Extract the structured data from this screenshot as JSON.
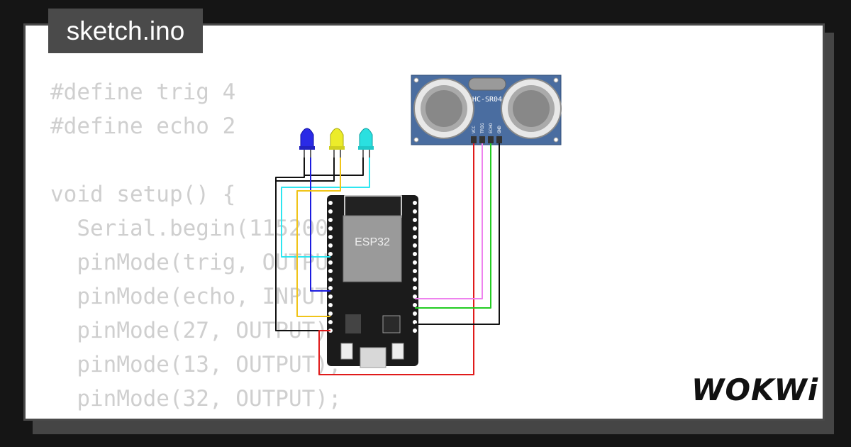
{
  "tab": {
    "filename": "sketch.ino"
  },
  "code_lines": [
    "#define trig 4",
    "#define echo 2",
    "",
    "void setup() {",
    "  Serial.begin(115200);",
    "  pinMode(trig, OUTPUT);",
    "  pinMode(echo, INPUT);",
    "  pinMode(27, OUTPUT);",
    "  pinMode(13, OUTPUT);",
    "  pinMode(32, OUTPUT);",
    "}"
  ],
  "board": {
    "label": "ESP32"
  },
  "sensor": {
    "label": "HC-SR04",
    "pins": [
      "VCC",
      "TRIG",
      "ECHO",
      "GND"
    ]
  },
  "leds": [
    {
      "color": "blue",
      "hex": "#2a2ae6"
    },
    {
      "color": "yellow",
      "hex": "#ecec2a"
    },
    {
      "color": "cyan",
      "hex": "#2ae0e0"
    }
  ],
  "brand": {
    "logo": "WOKWi"
  },
  "colors": {
    "background": "#151515",
    "card": "#ffffff",
    "tab": "#4a4a4a",
    "code_text": "#cfcfcf",
    "wire_black": "#111111",
    "wire_cyan": "#2ee6f0",
    "wire_blue": "#1c1ce0",
    "wire_yellow": "#f0c419",
    "wire_red": "#e01b1b",
    "wire_pink": "#ee82ee",
    "wire_green": "#22cc22"
  }
}
